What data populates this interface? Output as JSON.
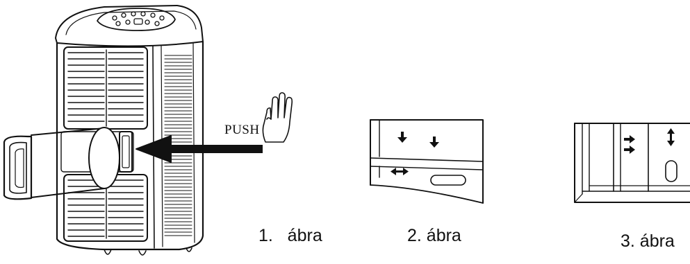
{
  "push_label": "PUSH",
  "figures": [
    {
      "id": "fig1",
      "label": "1.   ábra"
    },
    {
      "id": "fig2",
      "label": "2. ábra"
    },
    {
      "id": "fig3",
      "label": "3. ábra"
    }
  ],
  "icons": {
    "hand": "raised-hand-icon",
    "push_arrow": "left-arrow-icon"
  },
  "colors": {
    "line": "#111111",
    "background": "#ffffff"
  }
}
